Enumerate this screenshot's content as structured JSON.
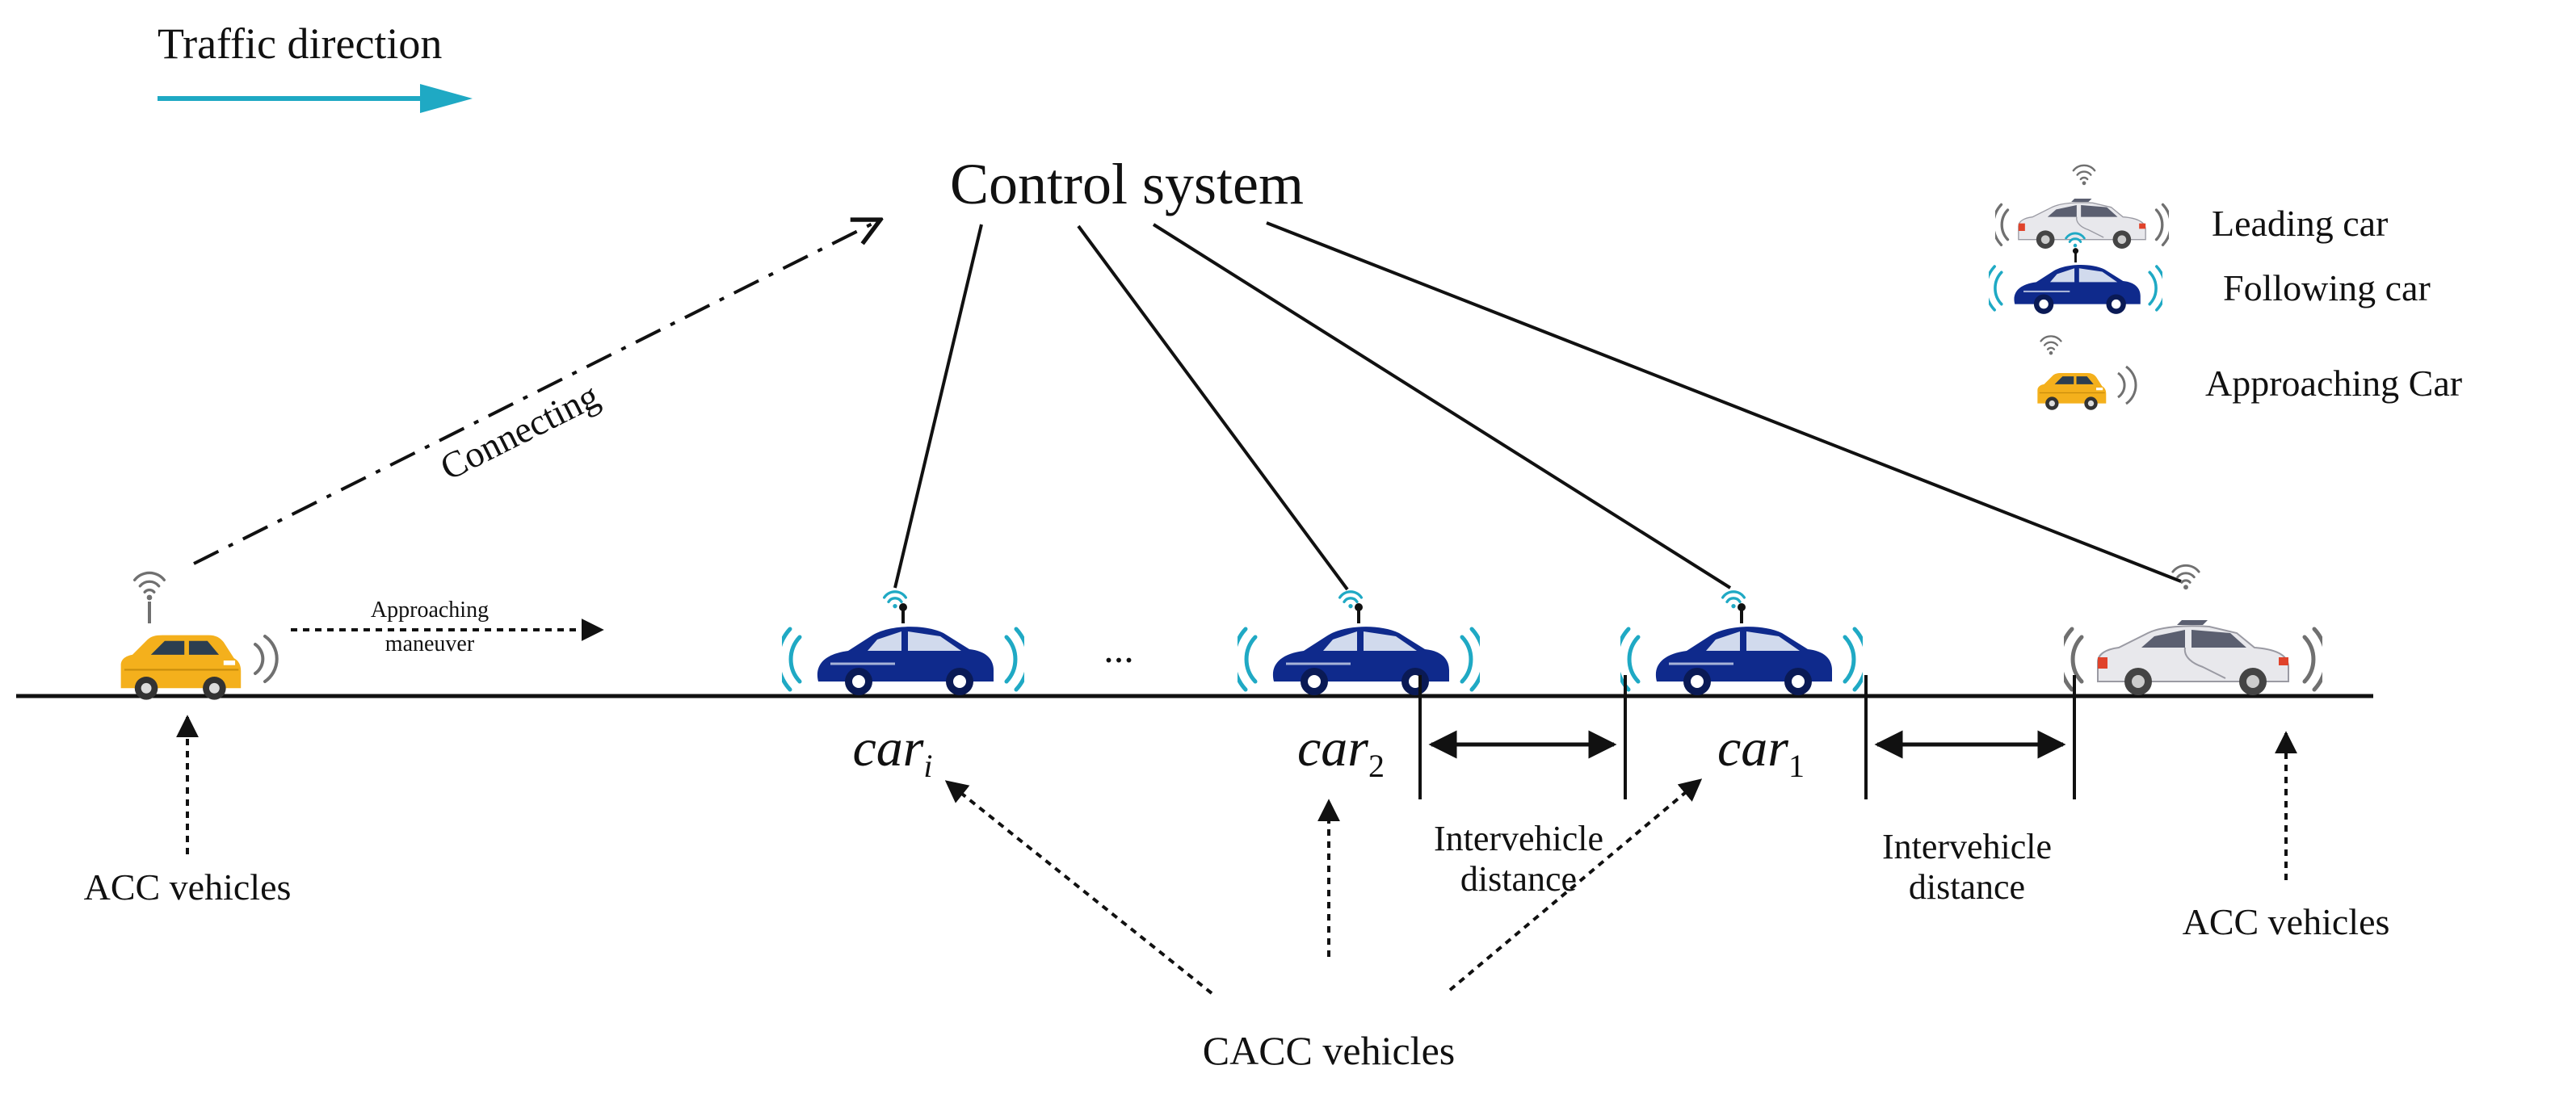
{
  "colors": {
    "traffic_arrow": "#1fa9c4",
    "following_car_body": "#0f2a8c",
    "following_signal": "#1fa9c4",
    "approaching_car_body": "#f4b01c",
    "leading_car_body": "#e8e8ec",
    "leading_car_light": "#e0432b",
    "leading_signal": "#707070",
    "ink": "#111111"
  },
  "header": {
    "traffic_direction": "Traffic direction"
  },
  "control": {
    "title": "Control system",
    "connecting": "Connecting"
  },
  "legend": {
    "leading": "Leading car",
    "following": "Following car",
    "approaching": "Approaching Car"
  },
  "road": {
    "approaching_line1": "Approaching",
    "approaching_line2": "maneuver",
    "ellipsis": "...",
    "car_i_base": "car",
    "car_i_sub": "i",
    "car_2_base": "car",
    "car_2_sub": "2",
    "car_1_base": "car",
    "car_1_sub": "1",
    "gap1_line1": "Intervehicle",
    "gap1_line2": "distance",
    "gap2_line1": "Intervehicle",
    "gap2_line2": "distance",
    "acc_left": "ACC vehicles",
    "acc_right": "ACC vehicles",
    "cacc": "CACC vehicles"
  },
  "icons": {
    "approaching_car": "approaching-car-icon",
    "following_car": "following-car-icon",
    "leading_car": "leading-car-icon",
    "wifi": "wifi-signal-icon",
    "antenna": "antenna-icon"
  }
}
